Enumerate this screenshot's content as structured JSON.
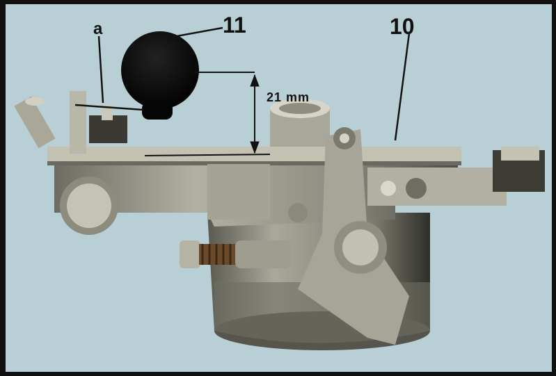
{
  "figure": {
    "labels": {
      "a": "a",
      "float": "11",
      "lid": "10",
      "dimension": "21 mm"
    },
    "colors": {
      "background": "#b9cfd6",
      "metal": "#9a9a8a",
      "float": "#050505"
    }
  }
}
